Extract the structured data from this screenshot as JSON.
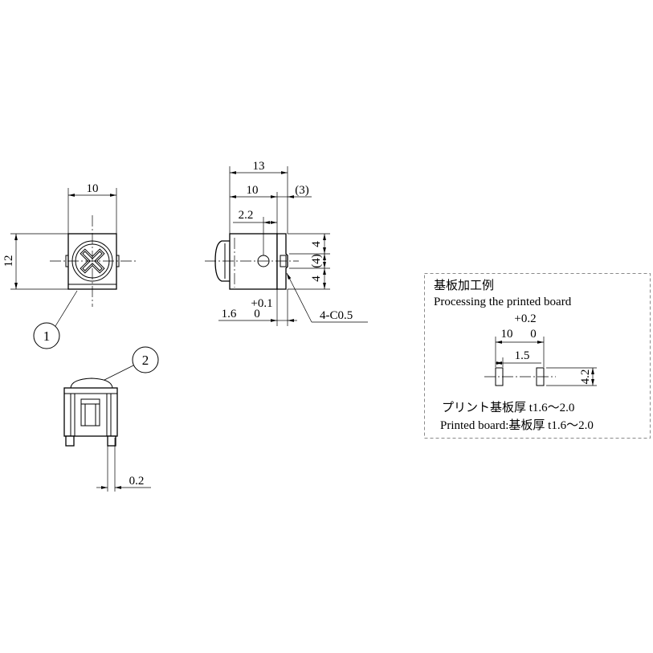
{
  "front_view": {
    "width_dim": "10",
    "height_dim": "12",
    "callout": "1"
  },
  "bottom_view": {
    "callout": "2",
    "lead_thickness_dim": "0.2"
  },
  "side_view": {
    "overall_dim": "13",
    "body_dim": "10",
    "tab_dim": "(3)",
    "hole_dim": "2.2",
    "upper_dim": "4",
    "middle_dim": "(4)",
    "lower_dim": "4",
    "lead_tol_upper": "+0.1",
    "lead_dim": "1.6",
    "lead_tol_lower": "0",
    "chamfer_note": "4-C0.5"
  },
  "pcb_box": {
    "title_jp": "基板加工例",
    "title_en": "Processing the printed board",
    "pitch_tol_upper": "+0.2",
    "pitch_dim": "10",
    "pitch_tol_lower": "0",
    "slot_width_dim": "1.5",
    "slot_length_dim": "4.2",
    "thickness_jp": "プリント基板厚 t1.6～2.0",
    "thickness_en": "Printed board:基板厚 t1.6～2.0"
  },
  "colors": {
    "line": "#000000",
    "accent": "#1e9fdc",
    "box_border": "#8a8a8a"
  }
}
